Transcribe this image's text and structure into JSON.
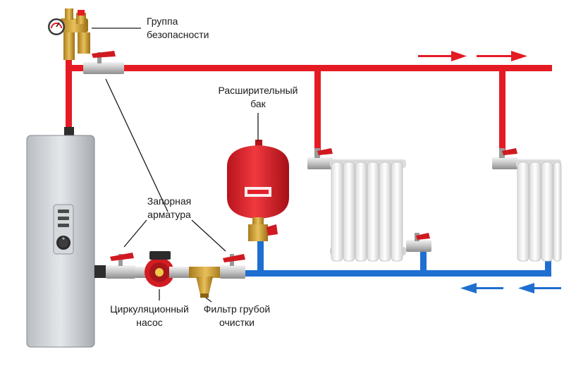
{
  "labels": {
    "safety_group_1": "Группа",
    "safety_group_2": "безопасности",
    "expansion_tank_1": "Расширительный",
    "expansion_tank_2": "бак",
    "shutoff_valves_1": "Запорная",
    "shutoff_valves_2": "арматура",
    "pump_1": "Циркуляционный",
    "pump_2": "насос",
    "filter_1": "Фильтр грубой",
    "filter_2": "очистки"
  },
  "colors": {
    "supply_pipe": "#e51b24",
    "return_pipe": "#1e6fd0",
    "supply_arrow": "#e51b24",
    "return_arrow": "#1e6fd0",
    "boiler_body": "#c9cdd2",
    "radiator": "#f2f2f2",
    "tank": "#e3202a",
    "brass": "#c99a2e"
  }
}
